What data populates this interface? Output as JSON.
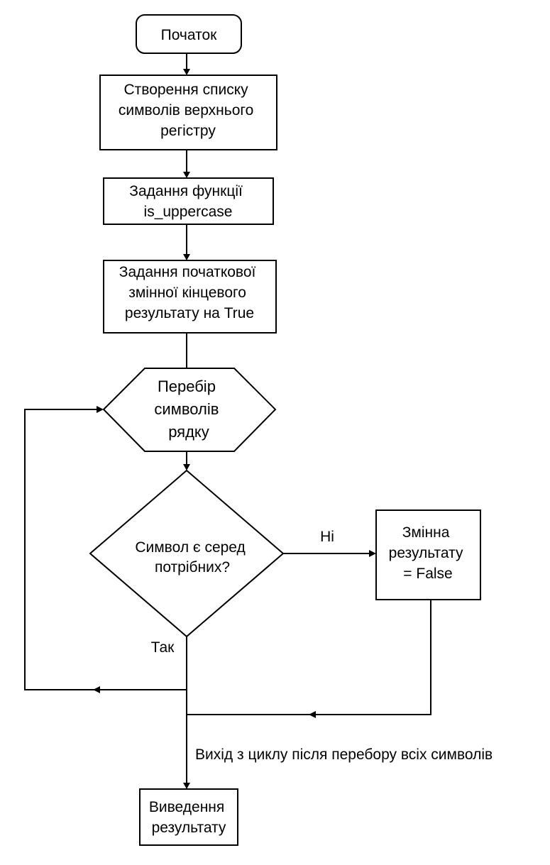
{
  "nodes": {
    "start": {
      "lines": [
        "Початок"
      ]
    },
    "create_list": {
      "lines": [
        "Створення списку",
        "символів верхнього",
        "регістру"
      ]
    },
    "define_func": {
      "lines": [
        "Задання функції",
        "is_uppercase"
      ]
    },
    "init_var": {
      "lines": [
        "Задання початкової",
        "змінної кінцевого",
        "результату на True"
      ]
    },
    "loop": {
      "lines": [
        "Перебір",
        "символів",
        "рядку"
      ]
    },
    "decision": {
      "lines": [
        "Символ є серед",
        "потрібних?"
      ]
    },
    "set_false": {
      "lines": [
        "Змінна",
        "результату",
        "= False"
      ]
    },
    "output": {
      "lines": [
        "Виведення",
        "результату"
      ]
    }
  },
  "edge_labels": {
    "no": "Ні",
    "yes": "Так",
    "exit": "Вихід з циклу після перебору всіх символів"
  }
}
